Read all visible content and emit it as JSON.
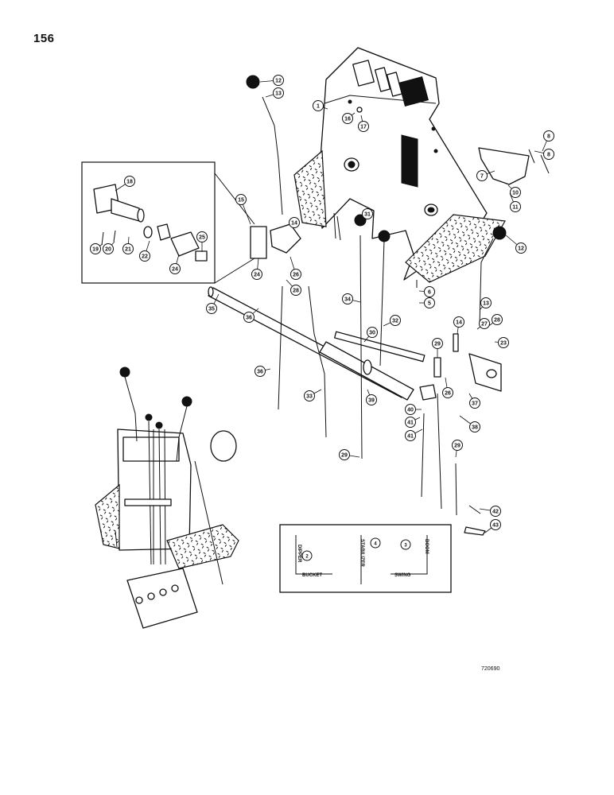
{
  "page": {
    "number": "156",
    "drawing_id": "720690"
  },
  "callouts": [
    {
      "label": "12"
    },
    {
      "label": "13"
    },
    {
      "label": "1"
    },
    {
      "label": "16"
    },
    {
      "label": "17"
    },
    {
      "label": "8"
    },
    {
      "label": "8"
    },
    {
      "label": "7"
    },
    {
      "label": "10"
    },
    {
      "label": "11"
    },
    {
      "label": "18"
    },
    {
      "label": "15"
    },
    {
      "label": "14"
    },
    {
      "label": "25"
    },
    {
      "label": "19"
    },
    {
      "label": "20"
    },
    {
      "label": "21"
    },
    {
      "label": "22"
    },
    {
      "label": "24"
    },
    {
      "label": "24"
    },
    {
      "label": "26"
    },
    {
      "label": "28"
    },
    {
      "label": "31"
    },
    {
      "label": "12"
    },
    {
      "label": "6"
    },
    {
      "label": "5"
    },
    {
      "label": "35"
    },
    {
      "label": "36"
    },
    {
      "label": "34"
    },
    {
      "label": "30"
    },
    {
      "label": "32"
    },
    {
      "label": "13"
    },
    {
      "label": "14"
    },
    {
      "label": "28"
    },
    {
      "label": "27"
    },
    {
      "label": "23"
    },
    {
      "label": "29"
    },
    {
      "label": "26"
    },
    {
      "label": "37"
    },
    {
      "label": "38"
    },
    {
      "label": "29"
    },
    {
      "label": "36"
    },
    {
      "label": "33"
    },
    {
      "label": "39"
    },
    {
      "label": "40"
    },
    {
      "label": "41"
    },
    {
      "label": "41"
    },
    {
      "label": "29"
    },
    {
      "label": "42"
    },
    {
      "label": "43"
    }
  ],
  "decal": {
    "items": [
      {
        "callout": "2",
        "text": "DIPPER",
        "direction": "BUCKET"
      },
      {
        "callout": "4",
        "text": "STABILIZER",
        "direction": ""
      },
      {
        "callout": "3",
        "text": "BOOM",
        "direction": "SWING"
      }
    ]
  }
}
